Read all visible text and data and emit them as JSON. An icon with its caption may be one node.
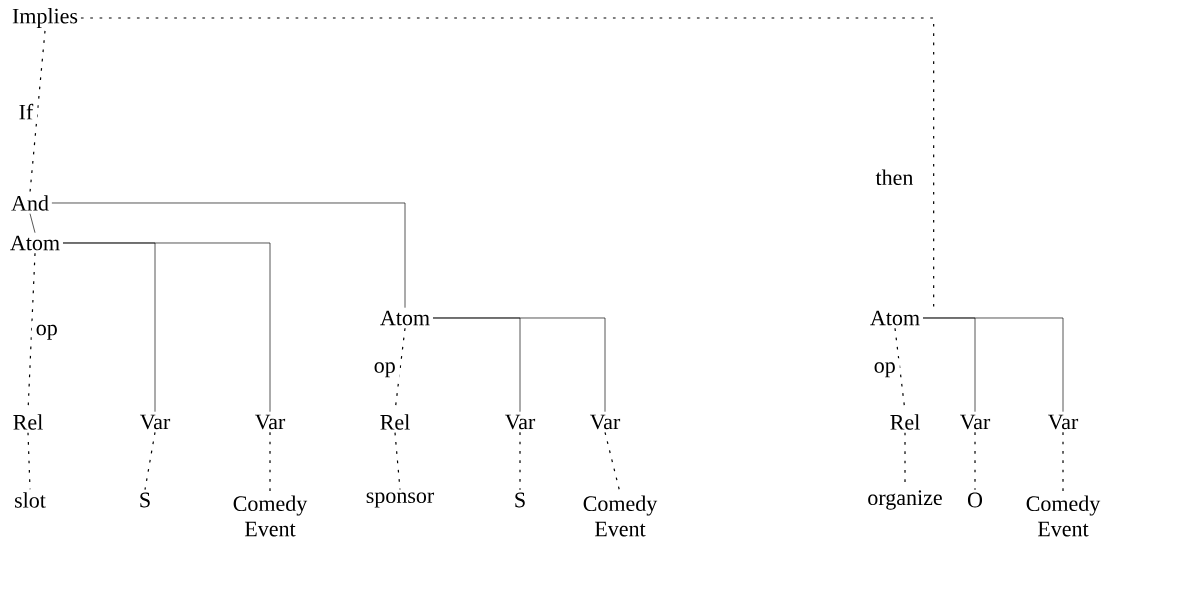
{
  "diagram": {
    "nodes": [
      {
        "text": [
          "Implies"
        ]
      },
      {
        "text": [
          "And"
        ]
      },
      {
        "text": [
          "Atom"
        ]
      },
      {
        "text": [
          "Atom"
        ]
      },
      {
        "text": [
          "Atom"
        ]
      },
      {
        "text": [
          "Rel"
        ]
      },
      {
        "text": [
          "Var"
        ]
      },
      {
        "text": [
          "Var"
        ]
      },
      {
        "text": [
          "Rel"
        ]
      },
      {
        "text": [
          "Var"
        ]
      },
      {
        "text": [
          "Var"
        ]
      },
      {
        "text": [
          "Rel"
        ]
      },
      {
        "text": [
          "Var"
        ]
      },
      {
        "text": [
          "Var"
        ]
      },
      {
        "text": [
          "slot"
        ]
      },
      {
        "text": [
          "S"
        ]
      },
      {
        "text": [
          "Comedy Event"
        ]
      },
      {
        "text": [
          "sponsor"
        ]
      },
      {
        "text": [
          "S"
        ]
      },
      {
        "text": [
          "Comedy Event"
        ]
      },
      {
        "text": [
          "organize"
        ]
      },
      {
        "text": [
          "O"
        ]
      },
      {
        "text": [
          "Comedy Event"
        ]
      }
    ],
    "edges": [
      {
        "from": 0,
        "to": 1,
        "arrow": "none",
        "style": "dashed",
        "label": "If"
      },
      {
        "from": 0,
        "to": 4,
        "arrow": "none",
        "style": "dashed",
        "label": "then"
      },
      {
        "from": 1,
        "to": 2,
        "arrow": "none"
      },
      {
        "from": 1,
        "to": 3,
        "arrow": "none"
      },
      {
        "from": 2,
        "to": 5,
        "arrow": "none",
        "style": "dashed",
        "label": "op"
      },
      {
        "from": 2,
        "to": 6,
        "arrow": "none"
      },
      {
        "from": 2,
        "to": 7,
        "arrow": "none"
      },
      {
        "from": 3,
        "to": 8,
        "arrow": "none",
        "style": "dashed",
        "label": "op"
      },
      {
        "from": 3,
        "to": 9,
        "arrow": "none"
      },
      {
        "from": 3,
        "to": 10,
        "arrow": "none"
      },
      {
        "from": 4,
        "to": 11,
        "arrow": "none",
        "style": "dashed",
        "label": "op"
      },
      {
        "from": 4,
        "to": 12,
        "arrow": "none"
      },
      {
        "from": 4,
        "to": 13,
        "arrow": "none"
      },
      {
        "from": 5,
        "to": 14,
        "arrow": "none",
        "style": "dashed"
      },
      {
        "from": 6,
        "to": 15,
        "arrow": "none",
        "style": "dashed"
      },
      {
        "from": 7,
        "to": 16,
        "arrow": "none",
        "style": "dashed"
      },
      {
        "from": 8,
        "to": 17,
        "arrow": "none",
        "style": "dashed"
      },
      {
        "from": 9,
        "to": 18,
        "arrow": "none",
        "style": "dashed"
      },
      {
        "from": 10,
        "to": 19,
        "arrow": "none",
        "style": "dashed"
      },
      {
        "from": 11,
        "to": 20,
        "arrow": "none",
        "style": "dashed"
      },
      {
        "from": 12,
        "to": 21,
        "arrow": "none",
        "style": "dashed"
      },
      {
        "from": 13,
        "to": 22,
        "arrow": "none",
        "style": "dashed"
      }
    ]
  }
}
